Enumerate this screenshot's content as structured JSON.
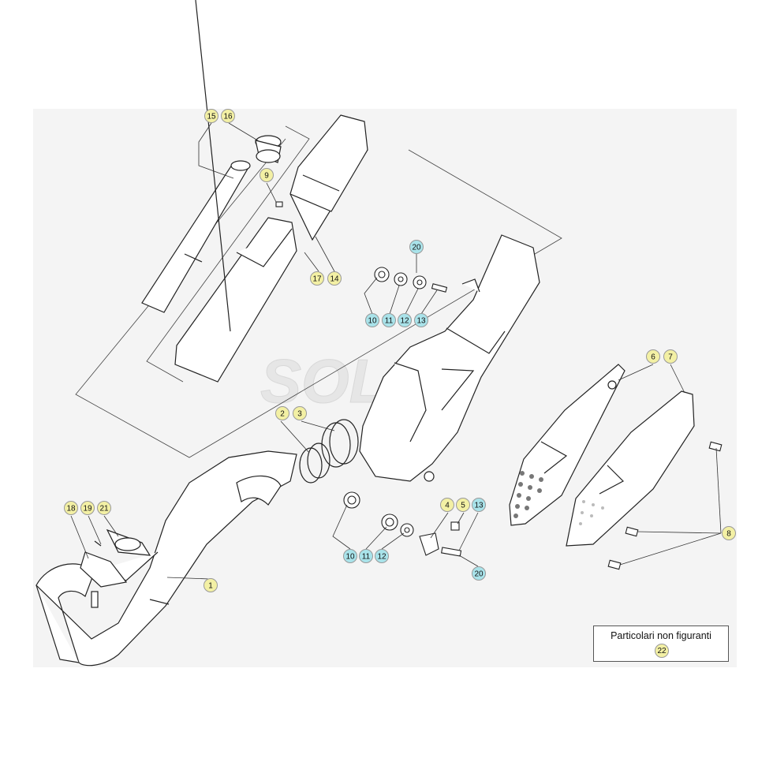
{
  "watermark": "SOL",
  "legend": {
    "title": "Particolari non figuranti",
    "number": "22"
  },
  "colors": {
    "callout_yellow": "#f3f0a4",
    "callout_cyan": "#a9e3ea",
    "line": "#333333",
    "panel": "#f4f4f4"
  },
  "callouts": {
    "c1": "1",
    "c2": "2",
    "c3": "3",
    "c4": "4",
    "c5": "5",
    "c6": "6",
    "c7": "7",
    "c8": "8",
    "c9": "9",
    "c14": "14",
    "c15": "15",
    "c16": "16",
    "c17": "17",
    "c18": "18",
    "c19": "19",
    "c21": "21",
    "c10a": "10",
    "c11a": "11",
    "c12a": "12",
    "c13a": "13",
    "c20a": "20",
    "c10b": "10",
    "c11b": "11",
    "c12b": "12",
    "c13b": "13",
    "c20b": "20"
  }
}
